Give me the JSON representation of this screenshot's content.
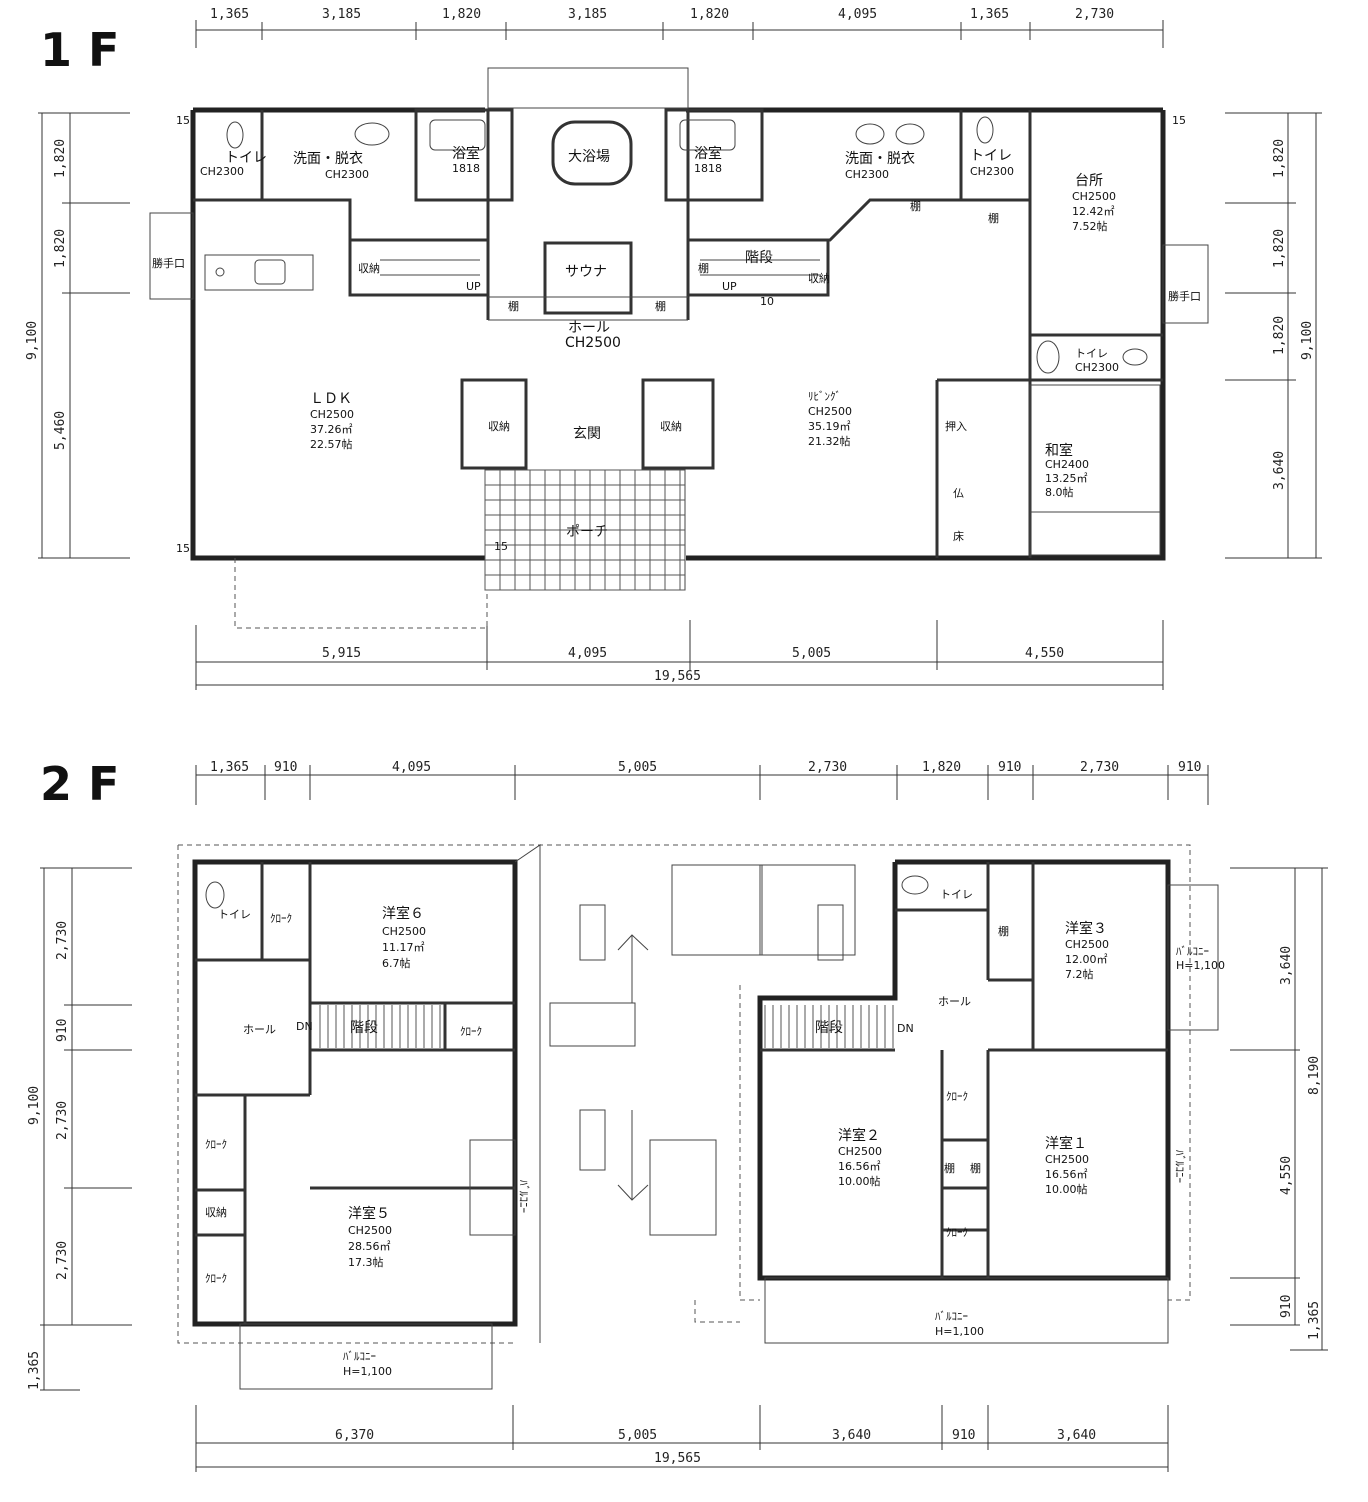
{
  "floors": {
    "f1": {
      "label": "1 F",
      "top_dims": [
        "1,365",
        "3,185",
        "1,820",
        "3,185",
        "1,820",
        "4,095",
        "1,365",
        "2,730"
      ],
      "bottom_dims": [
        "5,915",
        "4,095",
        "5,005",
        "4,550"
      ],
      "total": "19,565",
      "left_dims": [
        "1,820",
        "1,820",
        "5,460"
      ],
      "left_total": "9,100",
      "right_dims": [
        "1,820",
        "1,820",
        "1,820",
        "3,640"
      ],
      "right_total": "9,100",
      "rooms": {
        "toilet_l": {
          "name": "トイレ",
          "ch": "CH2300"
        },
        "wash_l": {
          "name": "洗面・脱衣",
          "ch": "CH2300"
        },
        "bath_l": {
          "name": "浴室",
          "sub": "1818"
        },
        "big_bath": {
          "name": "大浴場"
        },
        "bath_r": {
          "name": "浴室",
          "sub": "1818"
        },
        "wash_r": {
          "name": "洗面・脱衣",
          "ch": "CH2300"
        },
        "toilet_r": {
          "name": "トイレ",
          "ch": "CH2300"
        },
        "kitchen": {
          "name": "台所",
          "ch": "CH2500",
          "area": "12.42㎡",
          "tatami": "7.52帖"
        },
        "back_door_l": {
          "name": "勝手口"
        },
        "back_door_r": {
          "name": "勝手口"
        },
        "storage_stair_l": {
          "name": "収納"
        },
        "up_l": {
          "name": "UP"
        },
        "sauna": {
          "name": "サウナ"
        },
        "stairs_r": {
          "name": "階段"
        },
        "storage_stair_r": {
          "name": "収納"
        },
        "up_r": {
          "name": "UP"
        },
        "shelf_a": {
          "name": "棚"
        },
        "shelf_b": {
          "name": "棚"
        },
        "shelf_c": {
          "name": "棚"
        },
        "shelf_d": {
          "name": "棚"
        },
        "shelf_e": {
          "name": "棚"
        },
        "hall": {
          "name": "ホール",
          "ch": "CH2500"
        },
        "toilet_k": {
          "name": "トイレ",
          "ch": "CH2300"
        },
        "ldk": {
          "name": "ＬＤＫ",
          "ch": "CH2500",
          "area": "37.26㎡",
          "tatami": "22.57帖"
        },
        "storage_e1": {
          "name": "収納"
        },
        "entrance": {
          "name": "玄関"
        },
        "storage_e2": {
          "name": "収納"
        },
        "living": {
          "name": "ﾘﾋﾞﾝｸﾞ",
          "ch": "CH2500",
          "area": "35.19㎡",
          "tatami": "21.32帖"
        },
        "oshiire": {
          "name": "押入"
        },
        "washitsu": {
          "name": "和室",
          "ch": "CH2400",
          "area": "13.25㎡",
          "tatami": "8.0帖"
        },
        "butsudan": {
          "name": "仏"
        },
        "toko": {
          "name": "床"
        },
        "porch": {
          "name": "ポーチ"
        }
      },
      "marks": {
        "n15a": "15",
        "n15b": "15",
        "n15c": "15",
        "n15d": "15",
        "n10": "10"
      }
    },
    "f2": {
      "label": "2 F",
      "top_dims": [
        "1,365",
        "910",
        "4,095",
        "5,005",
        "2,730",
        "1,820",
        "910",
        "2,730",
        "910"
      ],
      "bottom_dims": [
        "6,370",
        "5,005",
        "3,640",
        "910",
        "3,640"
      ],
      "total": "19,565",
      "left_dims": [
        "2,730",
        "910",
        "2,730",
        "2,730",
        "1,365"
      ],
      "left_total": "9,100",
      "right_dims": [
        "3,640",
        "4,550",
        "910",
        "1,365"
      ],
      "right_total": "8,190",
      "rooms": {
        "toilet_l": {
          "name": "トイレ"
        },
        "closet_6": {
          "name": "ｸﾛｰｸ"
        },
        "room6": {
          "name": "洋室６",
          "ch": "CH2500",
          "area": "11.17㎡",
          "tatami": "6.7帖"
        },
        "hall_l": {
          "name": "ホール"
        },
        "dn_l": {
          "name": "DN"
        },
        "stairs_l": {
          "name": "階段"
        },
        "closet_h": {
          "name": "ｸﾛｰｸ"
        },
        "closet_5a": {
          "name": "ｸﾛｰｸ"
        },
        "storage_5": {
          "name": "収納"
        },
        "closet_5b": {
          "name": "ｸﾛｰｸ"
        },
        "room5": {
          "name": "洋室５",
          "ch": "CH2500",
          "area": "28.56㎡",
          "tatami": "17.3帖"
        },
        "balcony_5": {
          "name": "ﾊﾞﾙｺﾆｰ",
          "h": "H=1,100"
        },
        "balcony_5side": {
          "name": "ﾊﾞﾙｺﾆｰ"
        },
        "toilet_r": {
          "name": "トイレ"
        },
        "shelf_3": {
          "name": "棚"
        },
        "room3": {
          "name": "洋室３",
          "ch": "CH2500",
          "area": "12.00㎡",
          "tatami": "7.2帖"
        },
        "balcony_3": {
          "name": "ﾊﾞﾙｺﾆｰ",
          "h": "H=1,100"
        },
        "hall_r": {
          "name": "ホール"
        },
        "stairs_r": {
          "name": "階段"
        },
        "dn_r": {
          "name": "DN"
        },
        "closet_2": {
          "name": "ｸﾛｰｸ"
        },
        "room2": {
          "name": "洋室２",
          "ch": "CH2500",
          "area": "16.56㎡",
          "tatami": "10.00帖"
        },
        "shelf_2a": {
          "name": "棚"
        },
        "shelf_2b": {
          "name": "棚"
        },
        "closet_1": {
          "name": "ｸﾛｰｸ"
        },
        "room1": {
          "name": "洋室１",
          "ch": "CH2500",
          "area": "16.56㎡",
          "tatami": "10.00帖"
        },
        "balcony_1side": {
          "name": "ﾊﾞﾙｺﾆｰ"
        },
        "balcony_12": {
          "name": "ﾊﾞﾙｺﾆｰ",
          "h": "H=1,100"
        }
      }
    }
  }
}
